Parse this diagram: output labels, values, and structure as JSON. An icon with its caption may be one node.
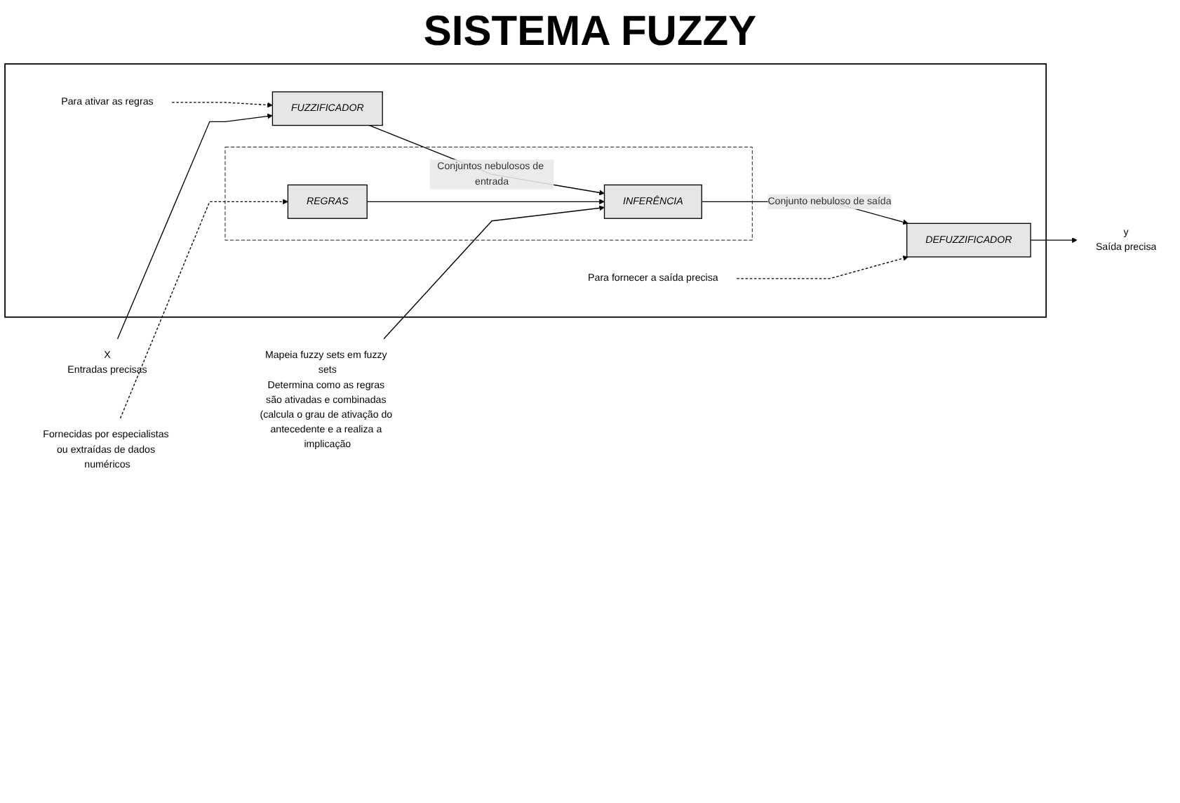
{
  "diagram": {
    "title": "SISTEMA FUZZY",
    "nodes": [
      {
        "text": [],
        "shape": "box"
      },
      {
        "text": [
          "Fornecidas por especialistas ou extraídas de dados numéricos"
        ]
      },
      {
        "text": [],
        "shape": "box",
        "in": 0
      },
      {
        "text": [
          "REGRAS"
        ],
        "in": 2
      },
      {
        "text": [
          "Para ativar as regras"
        ],
        "in": 0
      },
      {
        "text": [
          "X",
          "Entradas precisas"
        ]
      },
      {
        "text": [
          "FUZZIFICADOR"
        ],
        "in": 0
      },
      {
        "text": [
          "INFERÊNCIA"
        ],
        "in": 2
      },
      {
        "text": [
          "Para fornecer a saída precisa"
        ],
        "in": 0
      },
      {
        "text": [
          "DEFUZZIFICADOR"
        ],
        "in": 0
      },
      {
        "text": [
          "y",
          "Saída precisa"
        ]
      },
      {
        "text": [
          "Mapeia fuzzy sets em fuzzy sets",
          "Determina como as regras são ativadas e combinadas (calcula o grau de ativação do antecedente e a realiza a implicação"
        ]
      }
    ],
    "edges": [
      {
        "from": 1,
        "to": 3,
        "arrow": "to",
        "style": "dashed"
      },
      {
        "from": 4,
        "to": 6,
        "arrow": "to",
        "style": "dashed"
      },
      {
        "from": 5,
        "to": 6,
        "arrow": "to"
      },
      {
        "from": 6,
        "to": 7,
        "arrow": "to",
        "label": "Conjuntos nebulosos de entrada"
      },
      {
        "from": 3,
        "to": 7,
        "arrow": "to"
      },
      {
        "from": 7,
        "to": 9,
        "arrow": "to",
        "label": "Conjunto nebuloso de saída"
      },
      {
        "from": 8,
        "to": 9,
        "arrow": "to",
        "style": "dashed"
      },
      {
        "from": 9,
        "to": 10,
        "arrow": "to"
      },
      {
        "from": 11,
        "to": 7,
        "arrow": "to"
      }
    ]
  }
}
